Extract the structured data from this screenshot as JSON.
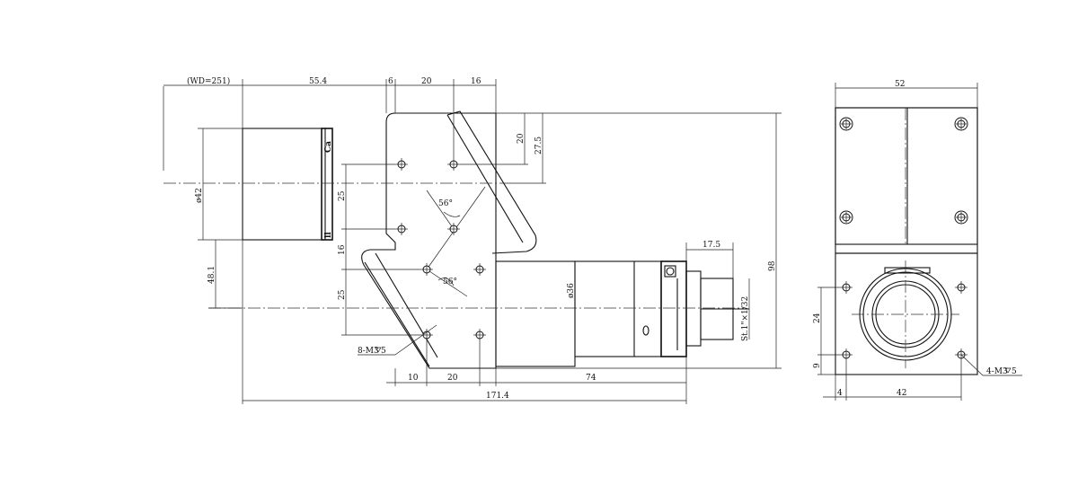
{
  "front_view": {
    "wd_label": "(WD=251)",
    "dims": {
      "top_55_4": "55.4",
      "top_6": "6",
      "top_20": "20",
      "top_16": "16",
      "right_20": "20",
      "right_27_5": "27.5",
      "left_25_top": "25",
      "left_16": "16",
      "left_25_bot": "25",
      "dia_42": "ø42",
      "dim_48_1": "48.1",
      "angle_top": "56°",
      "angle_bot": "56°",
      "holes_callout": "8-M3",
      "holes_depth": "5",
      "bot_10": "10",
      "bot_20": "20",
      "bot_74": "74",
      "total_171_4": "171.4",
      "dia_36": "ø36",
      "dim_17_5": "17.5",
      "thread": "St.1\"×1/32",
      "height_98": "98"
    },
    "lens_label_top": "Ca",
    "lens_label_bot": "ll"
  },
  "side_view": {
    "dims": {
      "width_52": "52",
      "dim_24": "24",
      "dim_9": "9",
      "dim_4": "4",
      "dim_42": "42",
      "holes_callout": "4-M3",
      "holes_depth": "5"
    }
  }
}
